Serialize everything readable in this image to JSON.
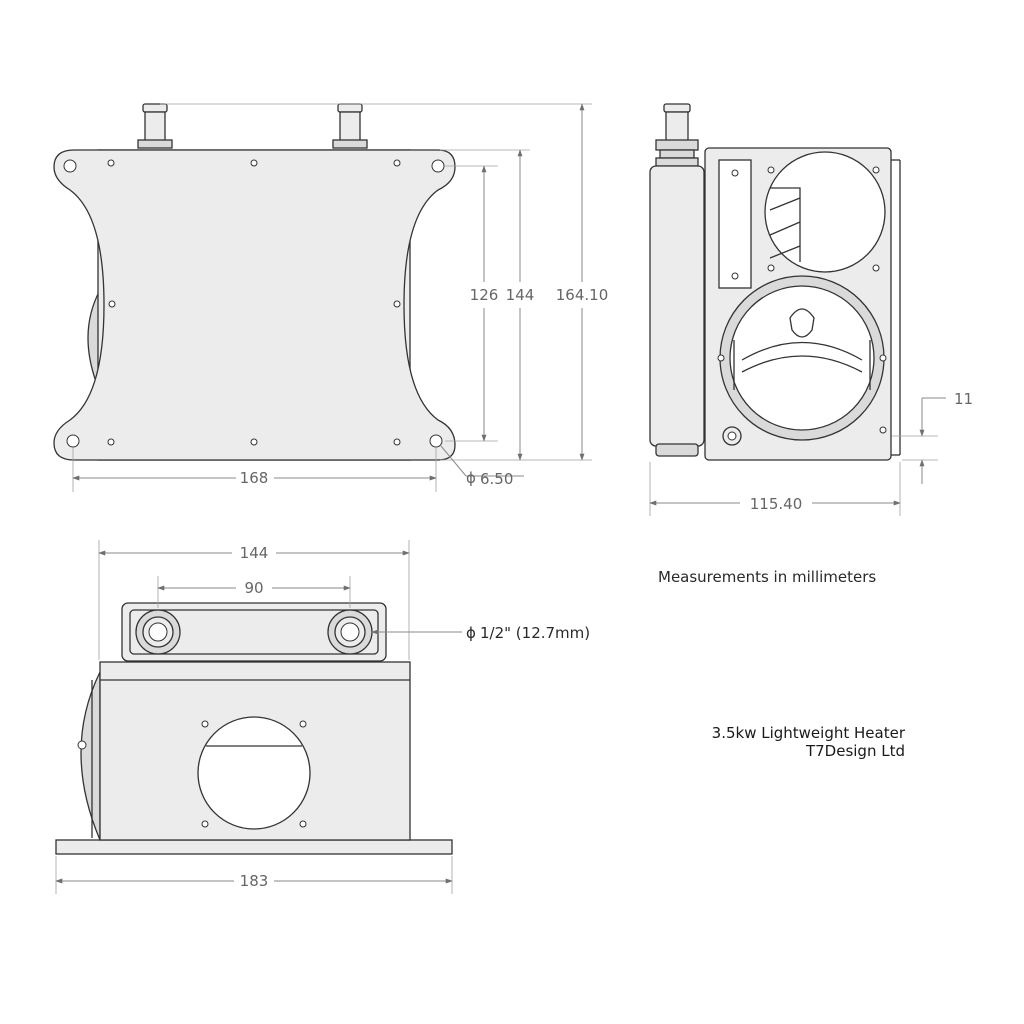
{
  "dimensions": {
    "front_width": "168",
    "front_height_inner": "126",
    "front_height_mid": "144",
    "front_height_total": "164.10",
    "mount_hole_diameter": "6.50",
    "side_depth": "115.40",
    "side_offset": "11",
    "bottom_width": "144",
    "pipe_spacing": "90",
    "pipe_diameter": "1/2\" (12.7mm)",
    "base_width": "183",
    "diameter_symbol": "ϕ"
  },
  "notes": {
    "units": "Measurements in millimeters",
    "product_name": "3.5kw Lightweight Heater",
    "company": "T7Design Ltd"
  }
}
